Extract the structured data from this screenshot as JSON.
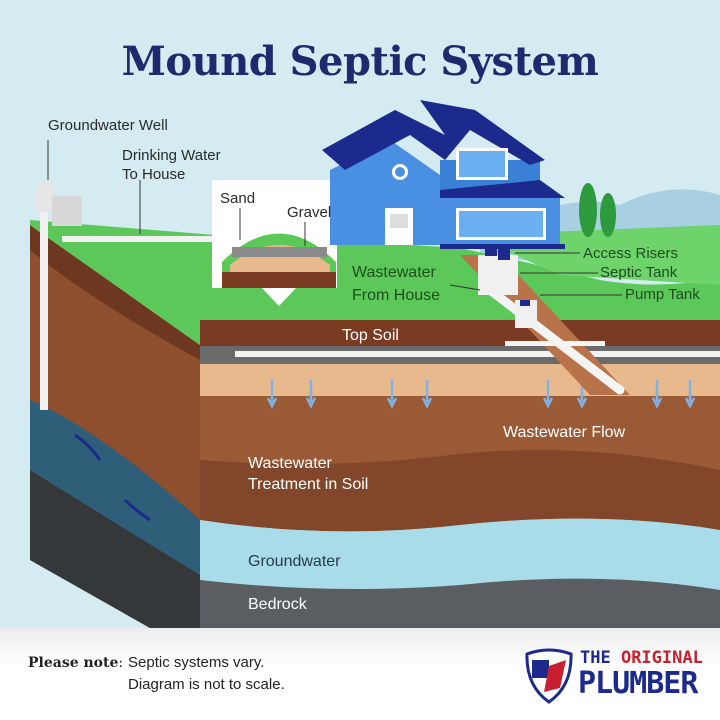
{
  "title": "Mound Septic System",
  "labels": {
    "groundwater_well": "Groundwater Well",
    "drinking_water_1": "Drinking Water",
    "drinking_water_2": "To House",
    "sand": "Sand",
    "gravel": "Gravel",
    "wastewater_from_house_1": "Wastewater",
    "wastewater_from_house_2": "From House",
    "access_risers": "Access Risers",
    "septic_tank": "Septic Tank",
    "pump_tank": "Pump Tank",
    "top_soil": "Top Soil",
    "wastewater_flow": "Wastewater Flow",
    "treatment_1": "Wastewater",
    "treatment_2": "Treatment in Soil",
    "groundwater": "Groundwater",
    "bedrock": "Bedrock"
  },
  "footer": {
    "note_label": "Please note",
    "note_line1": "Septic systems vary.",
    "note_line2": "Diagram is not to scale.",
    "logo_line1_a": "THE ",
    "logo_line1_b": "ORIGINAL",
    "logo_line2": "PLUMBER"
  },
  "colors": {
    "title": "#1f2a6e",
    "sky": "#d4ebf2",
    "grass": "#5cc85a",
    "topsoil": "#7a3b22",
    "sand": "#e7b98c",
    "soil": "#9b5a36",
    "groundwater": "#a8dce9",
    "bedrock": "#555a5e",
    "house": "#4a90e2",
    "roof": "#1b2a8c"
  }
}
